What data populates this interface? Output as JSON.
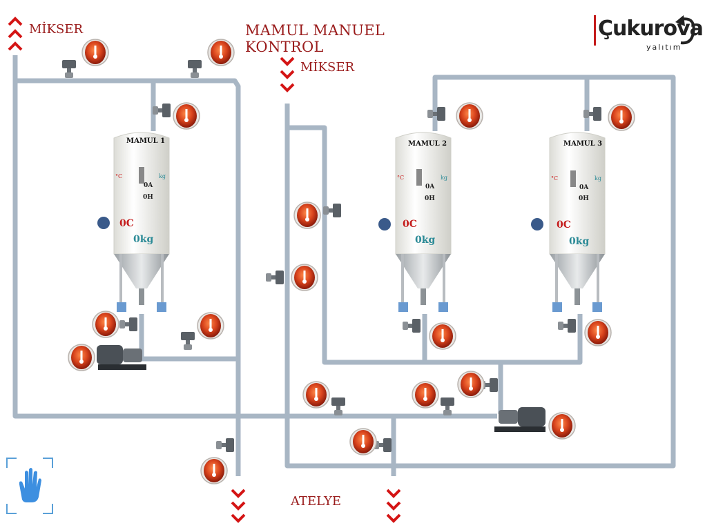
{
  "title": "MAMUL MANUEL KONTROL",
  "labels": {
    "mikser_left": "MİKSER",
    "mikser_center": "MİKSER",
    "atelye": "ATELYE"
  },
  "logo": {
    "main": "Çukurova",
    "sub": "yalıtım"
  },
  "tanks": [
    {
      "name": "MAMUL 1",
      "temp_unit": "°C",
      "weight_unit": "kg",
      "amps": "0A",
      "hours": "0H",
      "temp": "0C",
      "weight": "0kg"
    },
    {
      "name": "MAMUL 2",
      "temp_unit": "°C",
      "weight_unit": "kg",
      "amps": "0A",
      "hours": "0H",
      "temp": "0C",
      "weight": "0kg"
    },
    {
      "name": "MAMUL 3",
      "temp_unit": "°C",
      "weight_unit": "kg",
      "amps": "0A",
      "hours": "0H",
      "temp": "0C",
      "weight": "0kg"
    }
  ],
  "icons": {
    "manual_mode": "hand-icon",
    "valve_button": "valve-control-icon",
    "flow_arrow": "chevron-icon"
  },
  "colors": {
    "accent": "#9a1c1c",
    "pipe": "#a8b6c4",
    "button": "#d8431c",
    "weight": "#2b8a96"
  }
}
